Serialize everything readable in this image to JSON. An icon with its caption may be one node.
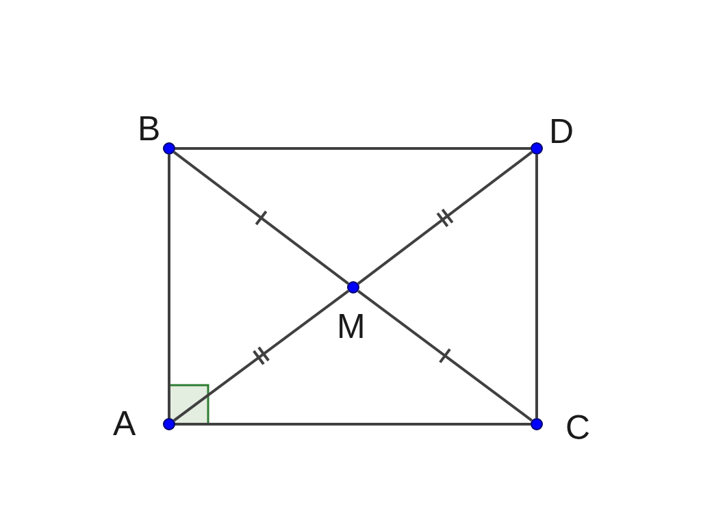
{
  "diagram": {
    "nodes": [
      {
        "text": [
          "B"
        ]
      },
      {
        "text": [
          "D"
        ]
      },
      {
        "text": [
          "M"
        ]
      },
      {
        "text": [
          "A"
        ]
      },
      {
        "text": [
          "C"
        ]
      }
    ],
    "edges": [
      {
        "from": 0,
        "to": 1,
        "arrow": "none"
      },
      {
        "from": 0,
        "to": 3,
        "arrow": "none"
      },
      {
        "from": 1,
        "to": 4,
        "arrow": "none"
      },
      {
        "from": 3,
        "to": 4,
        "arrow": "none"
      },
      {
        "from": 0,
        "to": 2,
        "arrow": "none"
      },
      {
        "from": 2,
        "to": 4,
        "arrow": "none"
      },
      {
        "from": 3,
        "to": 2,
        "arrow": "none"
      },
      {
        "from": 2,
        "to": 1,
        "arrow": "none"
      }
    ]
  }
}
